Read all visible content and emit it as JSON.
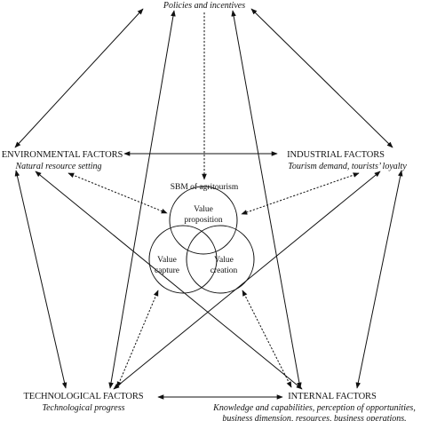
{
  "top": {
    "subtitle": "Policies and incentives"
  },
  "environmental": {
    "title": "ENVIRONMENTAL FACTORS",
    "subtitle": "Natural resource setting"
  },
  "industrial": {
    "title": "INDUSTRIAL FACTORS",
    "subtitle": "Tourism demand, tourists’ loyalty"
  },
  "technological": {
    "title": "TECHNOLOGICAL FACTORS",
    "subtitle": "Technological progress"
  },
  "internal": {
    "title": "INTERNAL FACTORS",
    "subtitle_line1": "Knowledge and capabilities, perception of opportunities,",
    "subtitle_line2": "business dimension, resources, business operations."
  },
  "center": {
    "title": "SBM of agritourism",
    "value_proposition_line1": "Value",
    "value_proposition_line2": "proposition",
    "value_capture_line1": "Value",
    "value_capture_line2": "capture",
    "value_creation_line1": "Value",
    "value_creation_line2": "creation"
  }
}
